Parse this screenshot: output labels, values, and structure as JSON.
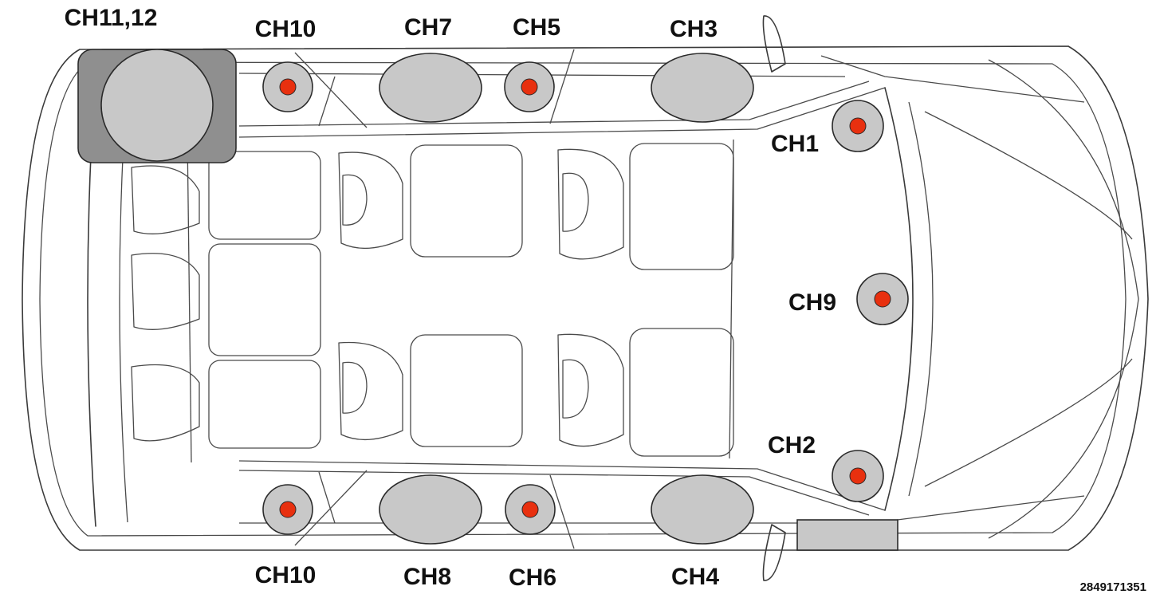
{
  "diagram": {
    "reference_code": "2849171351",
    "channels": {
      "ch11_12": "CH11,12",
      "ch10_top": "CH10",
      "ch7": "CH7",
      "ch5": "CH5",
      "ch3": "CH3",
      "ch1": "CH1",
      "ch9": "CH9",
      "ch2": "CH2",
      "ch10_bottom": "CH10",
      "ch8": "CH8",
      "ch6": "CH6",
      "ch4": "CH4"
    },
    "colors": {
      "speaker_fill": "#c8c8c8",
      "driver_dot": "#e8300f",
      "subwoofer_box": "#8f8f8f",
      "outline": "#2a2a2a"
    }
  }
}
